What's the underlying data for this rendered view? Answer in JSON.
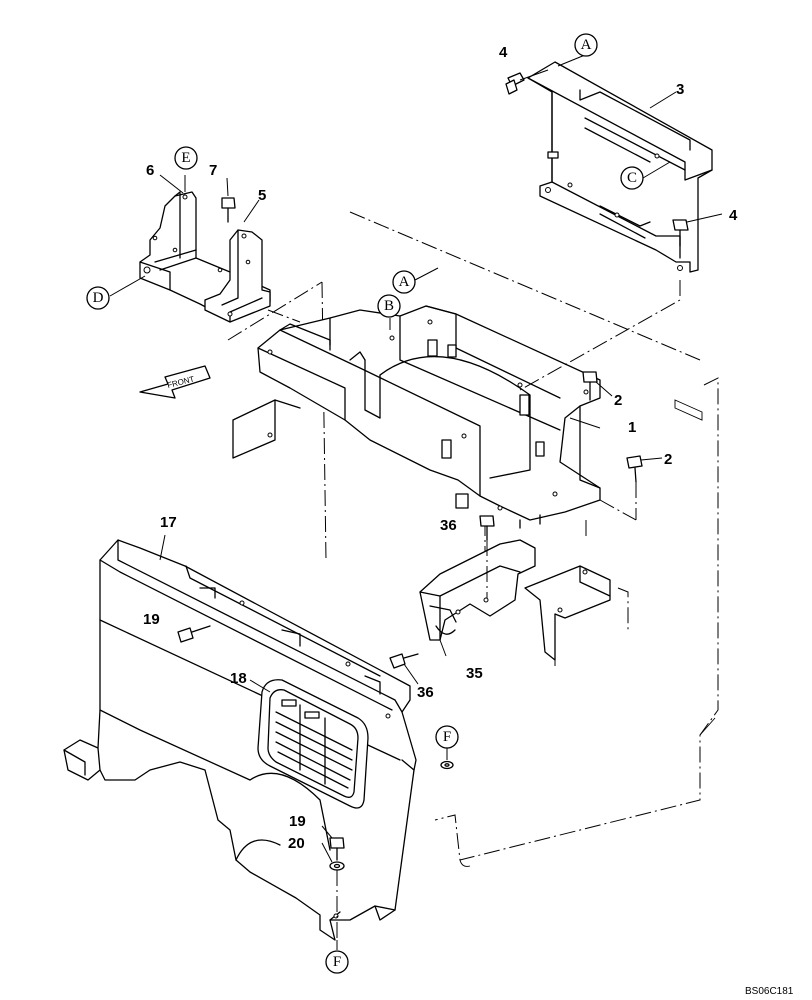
{
  "diagram": {
    "drawing_code": "BS06C181",
    "front_label": "FRONT",
    "part_labels": [
      {
        "id": "p4a",
        "text": "4"
      },
      {
        "id": "p3",
        "text": "3"
      },
      {
        "id": "p4b",
        "text": "4"
      },
      {
        "id": "p6",
        "text": "6"
      },
      {
        "id": "p7",
        "text": "7"
      },
      {
        "id": "p5",
        "text": "5"
      },
      {
        "id": "p2a",
        "text": "2"
      },
      {
        "id": "p1",
        "text": "1"
      },
      {
        "id": "p2b",
        "text": "2"
      },
      {
        "id": "p36a",
        "text": "36"
      },
      {
        "id": "p17",
        "text": "17"
      },
      {
        "id": "p19a",
        "text": "19"
      },
      {
        "id": "p35",
        "text": "35"
      },
      {
        "id": "p18",
        "text": "18"
      },
      {
        "id": "p36b",
        "text": "36"
      },
      {
        "id": "p19b",
        "text": "19"
      },
      {
        "id": "p20",
        "text": "20"
      }
    ],
    "ref_markers": [
      {
        "id": "rA1",
        "text": "A"
      },
      {
        "id": "rC",
        "text": "C"
      },
      {
        "id": "rE",
        "text": "E"
      },
      {
        "id": "rD",
        "text": "D"
      },
      {
        "id": "rA2",
        "text": "A"
      },
      {
        "id": "rB",
        "text": "B"
      },
      {
        "id": "rF1",
        "text": "F"
      },
      {
        "id": "rF2",
        "text": "F"
      }
    ]
  }
}
